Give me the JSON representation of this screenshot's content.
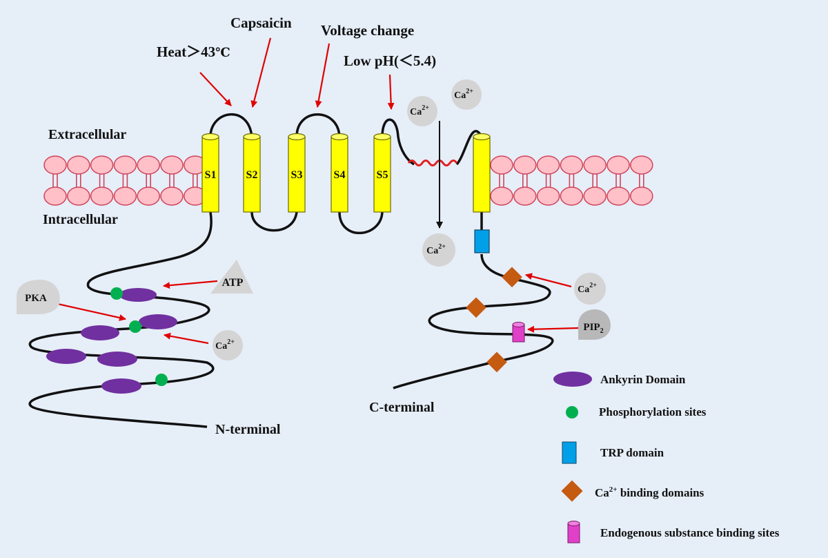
{
  "stimuli": {
    "heat_prefix": "Heat＞43",
    "heat_unit": "℃",
    "capsaicin": "Capsaicin",
    "voltage": "Voltage change",
    "low_ph": "Low pH(＜5.4)"
  },
  "membrane": {
    "extracellular": "Extracellular",
    "intracellular": "Intracellular"
  },
  "segments": [
    "S1",
    "S2",
    "S3",
    "S4",
    "S5"
  ],
  "ions": {
    "ca": "Ca",
    "ca_charge": "2+"
  },
  "regulators": {
    "atp": "ATP",
    "pka": "PKA",
    "pip": "PIP",
    "pip_sub": "2"
  },
  "termini": {
    "n": "N-terminal",
    "c": "C-terminal"
  },
  "legend": {
    "ankyrin": "Ankyrin Domain",
    "phospho": "Phosphorylation sites",
    "trp": "TRP domain",
    "ca_binding_suffix": " binding domains",
    "endogenous": "Endogenous substance binding sites"
  },
  "colors": {
    "background": "#e6eef8",
    "helix": "#ffff00",
    "lipid": "#ffc0c8",
    "lipid_stroke": "#d0435a",
    "ankyrin": "#7030a0",
    "phospho": "#00b050",
    "trp": "#00a0e8",
    "ca_binding": "#c55a11",
    "endogenous": "#e040c8",
    "arrow": "#e00000",
    "ion_disc": "#d4d4d4"
  }
}
